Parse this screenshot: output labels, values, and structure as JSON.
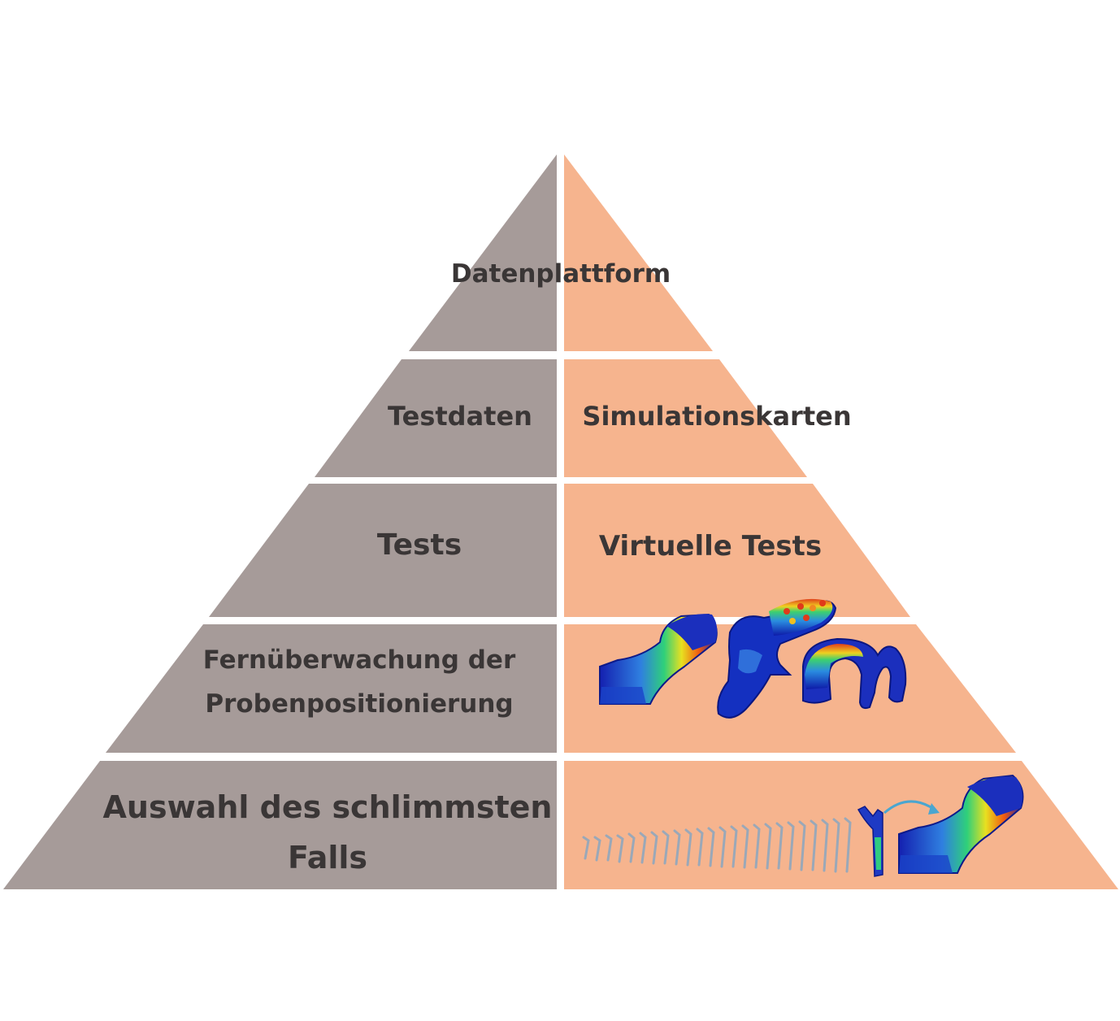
{
  "colors": {
    "left_fill": "#a69b99",
    "right_fill": "#f6b48e",
    "text": "#3a3636",
    "separator": "#ffffff"
  },
  "tiers": [
    {
      "left": "",
      "right": "",
      "center": "Datenplattform"
    },
    {
      "left": "Testdaten",
      "right": "Simulationskarten"
    },
    {
      "left": "Tests",
      "right": "Virtuelle Tests"
    },
    {
      "left_lines": [
        "Fernüberwachung der",
        "Probenpositionierung"
      ],
      "right_image": "fea-stress-plot-icons"
    },
    {
      "left_lines": [
        "Auswahl des schlimmsten",
        "Falls"
      ],
      "right_image": "implant-variants-to-fea-icons"
    }
  ]
}
